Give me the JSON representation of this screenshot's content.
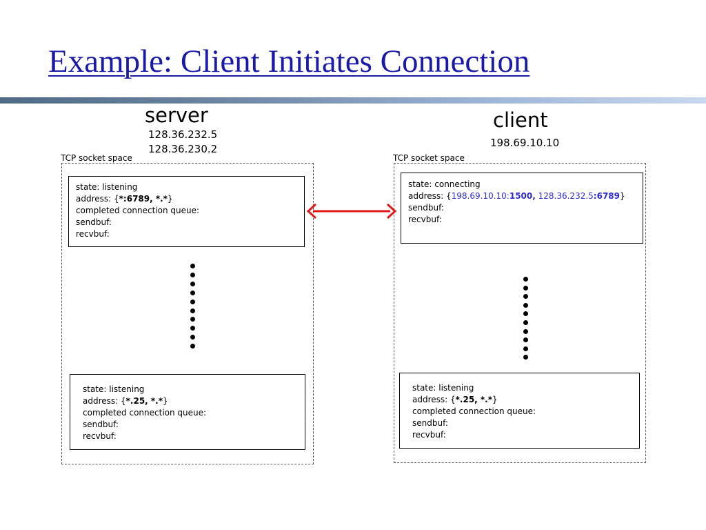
{
  "title": "Example: Client Initiates Connection",
  "colors": {
    "title": "#1a1aa8",
    "arrow": "#e01818",
    "highlight": "#2a2ad0"
  },
  "server": {
    "name": "server",
    "ips": [
      "128.36.232.5",
      "128.36.230.2"
    ],
    "space_label": "TCP socket space",
    "sockets": [
      {
        "state_label": "state: listening",
        "address_prefix": "address:  {",
        "address_bold": "*:6789, *.*",
        "address_suffix": "}",
        "queue_label": "completed connection queue:",
        "sendbuf_label": "sendbuf:",
        "recvbuf_label": "recvbuf:"
      },
      {
        "state_label": "state: listening",
        "address_prefix": "address:  {",
        "address_bold": "*.25, *.*",
        "address_suffix": "}",
        "queue_label": "completed connection queue:",
        "sendbuf_label": "sendbuf:",
        "recvbuf_label": "recvbuf:"
      }
    ]
  },
  "client": {
    "name": "client",
    "ip": "198.69.10.10",
    "space_label": "TCP socket space",
    "sockets": [
      {
        "state_label": "state: connecting",
        "address_prefix": "address:  {",
        "local_ip": "198.69.10.10:",
        "local_port": "1500,",
        "remote_ip": " 128.36.232.5",
        "remote_port": ":6789",
        "address_suffix": "}",
        "sendbuf_label": "sendbuf:",
        "recvbuf_label": "recvbuf:"
      },
      {
        "state_label": "state: listening",
        "address_prefix": "address:  {",
        "address_bold": "*.25, *.*",
        "address_suffix": "}",
        "queue_label": "completed connection queue:",
        "sendbuf_label": "sendbuf:",
        "recvbuf_label": "recvbuf:"
      }
    ]
  }
}
